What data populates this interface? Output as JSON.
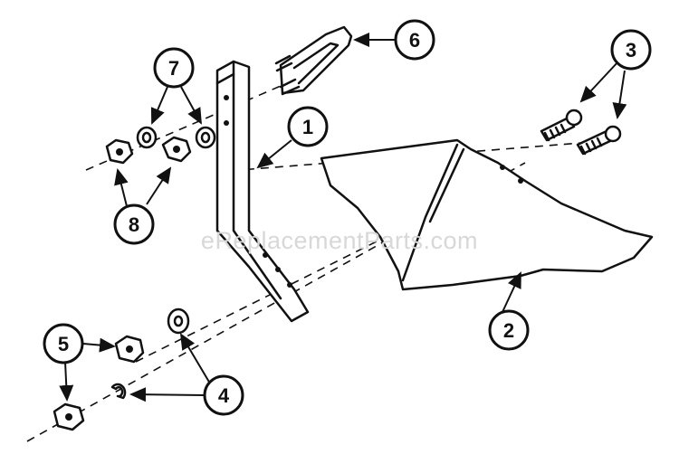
{
  "diagram": {
    "callouts": [
      {
        "id": "c1",
        "label": "1"
      },
      {
        "id": "c2",
        "label": "2"
      },
      {
        "id": "c3",
        "label": "3"
      },
      {
        "id": "c4",
        "label": "4"
      },
      {
        "id": "c5",
        "label": "5"
      },
      {
        "id": "c6",
        "label": "6"
      },
      {
        "id": "c7",
        "label": "7"
      },
      {
        "id": "c8",
        "label": "8"
      }
    ],
    "watermark": "eReplacementParts.com",
    "colors": {
      "ink": "#111111",
      "background": "#ffffff",
      "watermark": "#d8d8d8"
    }
  }
}
